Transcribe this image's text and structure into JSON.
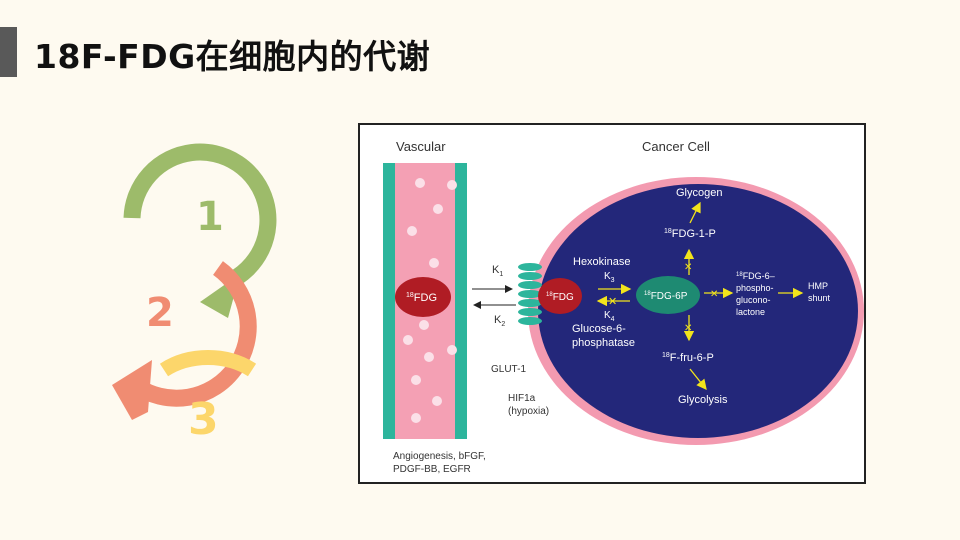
{
  "slide": {
    "title": "18F-FDG在细胞内的代谢",
    "accent_bar_color": "#595959",
    "background_color": "#fefaf0"
  },
  "cycle_graphic": {
    "steps": [
      {
        "number": "1",
        "color": "#9dbb6a"
      },
      {
        "number": "2",
        "color": "#f08c72"
      },
      {
        "number": "3",
        "color": "#fcd66b"
      }
    ]
  },
  "figure": {
    "vascular_label": "Vascular",
    "cancer_cell_label": "Cancer Cell",
    "vascular_fdg": "FDG",
    "fdg_superscript": "18",
    "k1": "K",
    "k1_sub": "1",
    "k2": "K",
    "k2_sub": "2",
    "k3": "K",
    "k3_sub": "3",
    "k4": "K",
    "k4_sub": "4",
    "glut1": "GLUT-1",
    "hif1a_line1": "HIF1a",
    "hif1a_line2": "(hypoxia)",
    "angiogenesis_line1": "Angiogenesis, bFGF,",
    "angiogenesis_line2": "PDGF-BB, EGFR",
    "cell_fdg": "FDG",
    "hexokinase": "Hexokinase",
    "glucose6_line1": "Glucose-6-",
    "glucose6_line2": "phosphatase",
    "fdg6p": "FDG-6P",
    "fdg1p": "FDG-1-P",
    "glycogen": "Glycogen",
    "fru6p": "F-fru-6-P",
    "glycolysis": "Glycolysis",
    "phospho_line1": "FDG-6–",
    "phospho_line2": "phospho-",
    "phospho_line3": "glucono-",
    "phospho_line4": "lactone",
    "hmp_line1": "HMP",
    "hmp_line2": "shunt",
    "colors": {
      "vessel_wall": "#2db59c",
      "vessel_lumen": "#f4a0b4",
      "fdg_red": "#b01c24",
      "cell_blue": "#23277a",
      "cell_membrane": "#f39ab0",
      "fdg6p_green": "#1e8a72",
      "arrow_yellow": "#f2e41c"
    }
  }
}
